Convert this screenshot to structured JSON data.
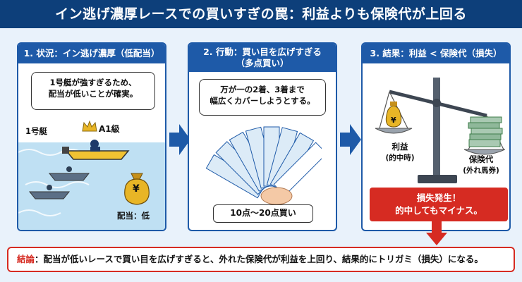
{
  "title": "イン逃げ濃厚レースでの買いすぎの罠：利益よりも保険代が上回る",
  "panels": [
    {
      "header": "1. 状況：イン逃げ濃厚（低配当）",
      "bubble_line1": "1号艇が強すぎるため、",
      "bubble_line2": "配当が低いことが確実。",
      "boat_label": "1号艇",
      "class_label": "A1級",
      "money_symbol": "¥",
      "payout_label": "配当：低"
    },
    {
      "header_line1": "2. 行動：買い目を広げすぎる",
      "header_line2": "（多点買い）",
      "bubble_line1": "万が一の2着、3着まで",
      "bubble_line2": "幅広くカバーしようとする。",
      "tickets_label": "10点～20点買い"
    },
    {
      "header": "3. 結果：利益 < 保険代（損失）",
      "profit_label_line1": "利益",
      "profit_label_line2": "(的中時)",
      "money_symbol": "¥",
      "insurance_label_line1": "保険代",
      "insurance_label_line2": "(外れ馬券)",
      "loss_line1": "損失発生！",
      "loss_line2": "的中してもマイナス。"
    }
  ],
  "conclusion": {
    "tag": "結論",
    "text": "：配当が低いレースで買い目を広げすぎると、外れた保険代が利益を上回り、結果的にトリガミ（損失）になる。"
  },
  "colors": {
    "navy": "#0d3f7a",
    "blue": "#1e5aa8",
    "red": "#d62b22",
    "gold": "#e8b526",
    "green": "#3e7d4a"
  }
}
